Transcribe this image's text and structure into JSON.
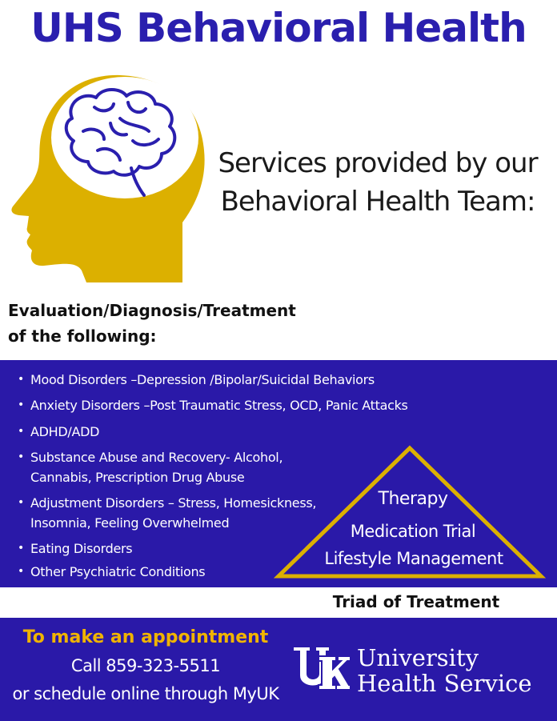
{
  "title": "UHS Behavioral Health",
  "services": {
    "line1": "Services provided by our",
    "line2": "Behavioral Health Team:"
  },
  "evaluation": {
    "line1": "Evaluation/Diagnosis/Treatment",
    "line2": "of the following:"
  },
  "conditions": [
    "Mood Disorders –Depression /Bipolar/Suicidal Behaviors",
    "Anxiety  Disorders –Post Traumatic Stress, OCD, Panic Attacks",
    "ADHD/ADD",
    "Substance Abuse and Recovery- Alcohol,",
    "Cannabis, Prescription Drug Abuse",
    "Adjustment Disorders – Stress, Homesickness,",
    "Insomnia, Feeling Overwhelmed",
    "Eating  Disorders",
    "Other Psychiatric Conditions"
  ],
  "triad": {
    "items": [
      "Therapy",
      "Medication Trial",
      "Lifestyle Management"
    ],
    "caption": "Triad of Treatment"
  },
  "appointment": {
    "heading": "To make an appointment",
    "line1": "Call 859-323-5511",
    "line2": "or schedule online through MyUK"
  },
  "logo": {
    "line1": "University",
    "line2": "Health Service"
  },
  "colors": {
    "brand_blue": "#2a19a8",
    "gold": "#dcb000",
    "title_blue": "#2a1fae"
  }
}
